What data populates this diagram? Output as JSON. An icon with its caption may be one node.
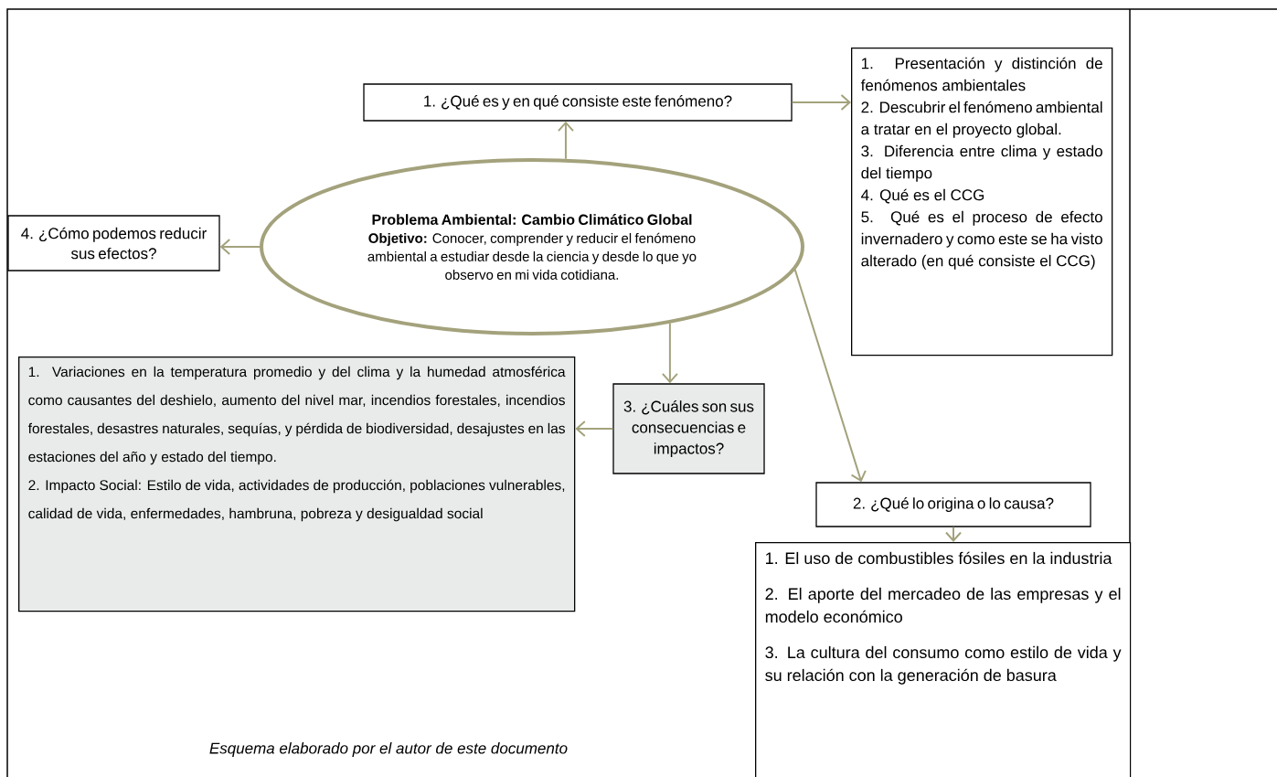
{
  "diagram": {
    "caption": "Esquema elaborado por el autor de este documento",
    "nodes": [
      {
        "text": [
          "Problema Ambiental: Cambio Climático Global",
          "**Objetivo:** Conocer, comprender y reducir el fenómeno ambiental a estudiar desde la ciencia y desde lo que yo observo en mi vida cotidiana."
        ]
      },
      {
        "text": [
          "1. ¿Qué es y en qué consiste este fenómeno?"
        ]
      },
      {
        "text": [
          "1. Presentación y distinción de fenómenos ambientales",
          "2. Descubrir el fenómeno ambiental a tratar en el proyecto global.",
          "3. Diferencia entre clima y estado del tiempo",
          "4. Qué es el CCG",
          "5. Qué es el proceso de efecto invernadero y como este se ha visto alterado (en qué consiste el CCG)"
        ]
      },
      {
        "text": [
          "4. ¿Cómo podemos reducir sus efectos?"
        ]
      },
      {
        "text": [
          "3. ¿Cuáles son sus consecuencias e impactos?"
        ]
      },
      {
        "text": [
          "1. Variaciones en la temperatura promedio y del clima y la humedad atmosférica como causantes del deshielo, aumento del nivel mar, incendios forestales, incendios forestales, desastres naturales, sequías, y pérdida de biodiversidad, desajustes en las estaciones del año y estado del tiempo.",
          "2. Impacto Social: Estilo de vida,  actividades de producción, poblaciones vulnerables, calidad de vida, enfermedades, hambruna, pobreza y desigualdad social"
        ]
      },
      {
        "text": [
          "2. ¿Qué lo origina o lo causa?"
        ]
      },
      {
        "text": [
          "1. El uso de combustibles fósiles en la industria",
          "2. El aporte del mercadeo de las empresas y el modelo económico",
          "3. La cultura del consumo como estilo de vida y su relación con la generación de basura"
        ]
      }
    ],
    "edges": [
      {
        "from": 0,
        "to": 1,
        "arrow": "to"
      },
      {
        "from": 1,
        "to": 2,
        "arrow": "to"
      },
      {
        "from": 0,
        "to": 3,
        "arrow": "to"
      },
      {
        "from": 0,
        "to": 4,
        "arrow": "to"
      },
      {
        "from": 4,
        "to": 5,
        "arrow": "to"
      },
      {
        "from": 0,
        "to": 6,
        "arrow": "to"
      },
      {
        "from": 6,
        "to": 7,
        "arrow": "to"
      }
    ]
  }
}
